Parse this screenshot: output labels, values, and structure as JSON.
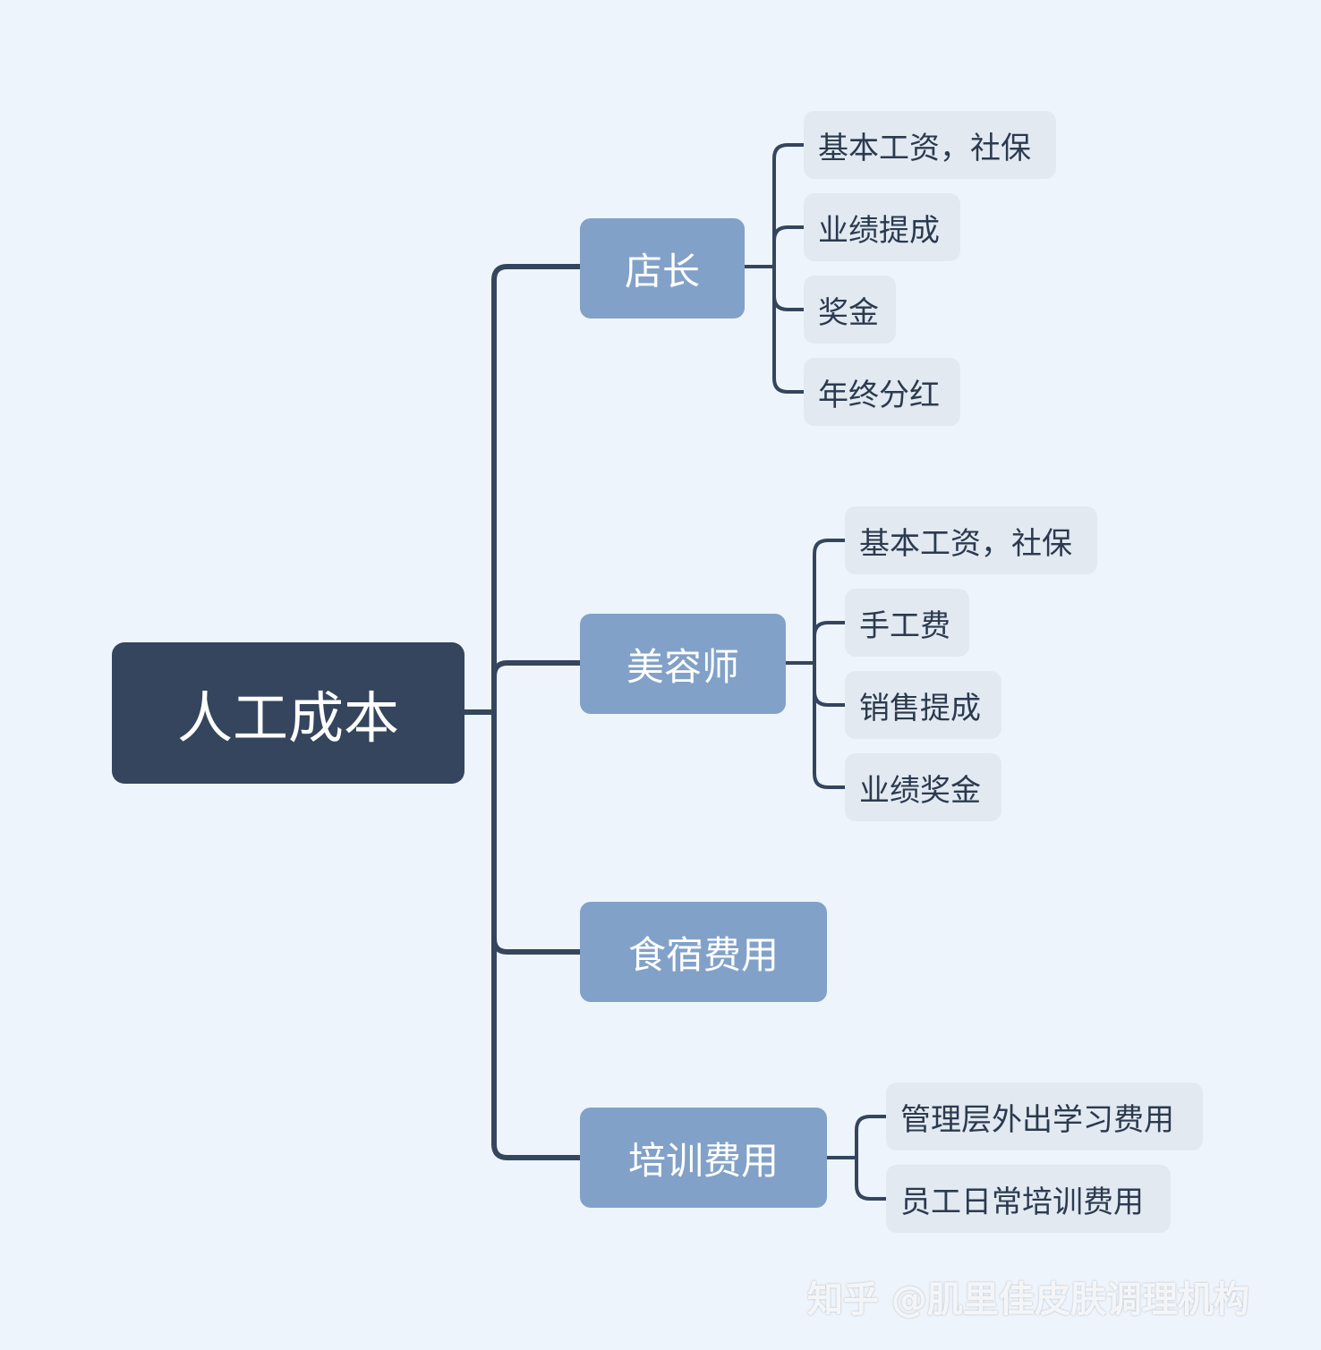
{
  "root": {
    "label": "人工成本"
  },
  "branches": [
    {
      "label": "店长",
      "leaves": [
        "基本工资，社保",
        "业绩提成",
        "奖金",
        "年终分红"
      ]
    },
    {
      "label": "美容师",
      "leaves": [
        "基本工资，社保",
        "手工费",
        "销售提成",
        "业绩奖金"
      ]
    },
    {
      "label": "食宿费用",
      "leaves": []
    },
    {
      "label": "培训费用",
      "leaves": [
        "管理层外出学习费用",
        "员工日常培训费用"
      ]
    }
  ],
  "watermark": "知乎 @肌里佳皮肤调理机构",
  "colors": {
    "background": "#eef4fb",
    "root": "#34455d",
    "branch": "#82a1c8",
    "leaf": "#e2e9f1",
    "connector": "#34455d"
  }
}
